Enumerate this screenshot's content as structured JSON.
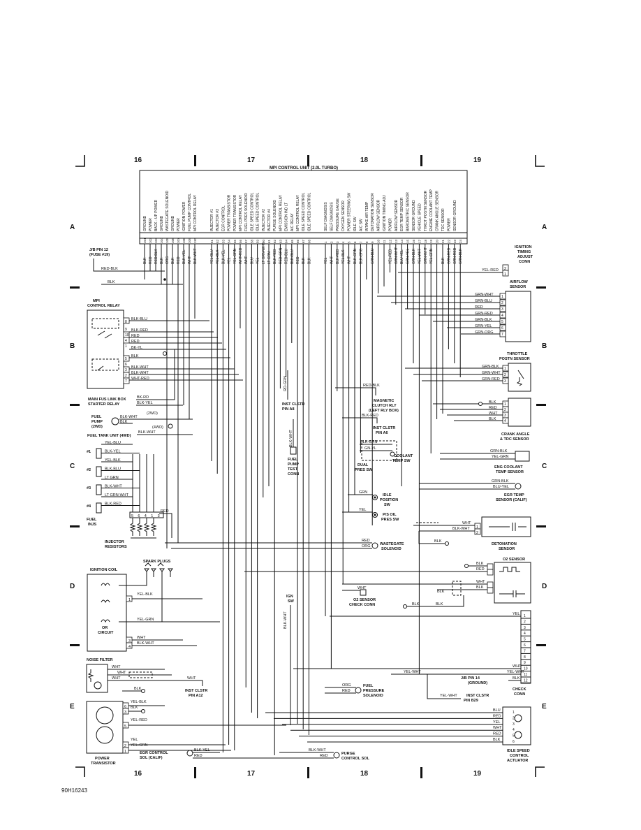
{
  "page": {
    "columns": [
      "16",
      "17",
      "18",
      "19"
    ],
    "rows": [
      "A",
      "B",
      "C",
      "D",
      "E"
    ],
    "figure_id": "90H16243"
  },
  "ecu": {
    "title": "MPI CONTROL UNIT (2.0L TURBO)",
    "left_bank": [
      {
        "pin": "101",
        "func": "GROUND",
        "wire": "BLK"
      },
      {
        "pin": "102",
        "func": "POWER",
        "wire": "RED"
      },
      {
        "pin": "103",
        "func": "BACK - UP POWER",
        "wire": "RED-BLK"
      },
      {
        "pin": "104",
        "func": "GROUND",
        "wire": "BLK"
      },
      {
        "pin": "105",
        "func": "WASTEGATE SOLENOID",
        "wire": "ORG"
      },
      {
        "pin": "106",
        "func": "GROUND",
        "wire": "BLK"
      },
      {
        "pin": "107",
        "func": "POWER",
        "wire": "RED"
      },
      {
        "pin": "108",
        "func": "IGNITION POWER",
        "wire": "BLK-YEL"
      },
      {
        "pin": "109",
        "func": "FUEL PUMP CONTROL",
        "wire": "WHT"
      },
      {
        "pin": "110",
        "func": "MPI CONTROL RELAY",
        "wire": "BLK-WHT"
      }
    ],
    "mid_bank": [
      {
        "pin": "51",
        "func": "INJECTOR #1",
        "wire": "YEL-BLU"
      },
      {
        "pin": "52",
        "func": "INJECTOR #3",
        "wire": "YEL-BLK"
      },
      {
        "pin": "53",
        "func": "EGR CONTROL",
        "wire": "BLK-YEL"
      },
      {
        "pin": "54",
        "func": "POWER TRANSISTOR",
        "wire": "YEL"
      },
      {
        "pin": "55",
        "func": "POWER TRANSISTOR",
        "wire": "YEL-GRN"
      },
      {
        "pin": "56",
        "func": "MPI CONTROL RELAY",
        "wire": "WHT-RED"
      },
      {
        "pin": "57",
        "func": "FUEL PRES SOLENOID",
        "wire": "WHT"
      },
      {
        "pin": "58",
        "func": "IDLE SPEED CONTROL",
        "wire": "BLU"
      },
      {
        "pin": "59",
        "func": "IDLE SPEED CONTROL",
        "wire": "YEL"
      },
      {
        "pin": "60",
        "func": "INJECTOR #2",
        "wire": "LT GRN-WHT"
      },
      {
        "pin": "61",
        "func": "INJECTOR #4",
        "wire": "LT GRN"
      },
      {
        "pin": "62",
        "func": "PURGE SOLENOID",
        "wire": "BLK-RED"
      },
      {
        "pin": "63",
        "func": "MPI CONTROL RELAY",
        "wire": "RED-GRN"
      },
      {
        "pin": "64",
        "func": "EMISSION IND LT",
        "wire": "RED-BLU"
      },
      {
        "pin": "65",
        "func": "A/C RELAY",
        "wire": "BLK-BLU"
      },
      {
        "pin": "66",
        "func": "MPI CONTROL RELAY",
        "wire": "RED"
      },
      {
        "pin": "67",
        "func": "IDLE SPEED CONTROL",
        "wire": "BLK"
      },
      {
        "pin": "68",
        "func": "IDLE SPEED CONTROL",
        "wire": "BLK"
      }
    ],
    "right_bank": [
      {
        "pin": "1",
        "func": "SELF DIAGNOSIS",
        "wire": "YEL"
      },
      {
        "pin": "2",
        "func": "SELF DIAGNOSIS",
        "wire": "WHT"
      },
      {
        "pin": "3",
        "func": "PRESSURE GAUGE",
        "wire": "BLK-RED"
      },
      {
        "pin": "4",
        "func": "OXYGEN SENSOR",
        "wire": "YEL-BLK"
      },
      {
        "pin": "5",
        "func": "POWER STEERING SW",
        "wire": "WHT"
      },
      {
        "pin": "6",
        "func": "IDLE SW",
        "wire": "BLK-GRN"
      },
      {
        "pin": "7",
        "func": "A/C SW",
        "wire": "BLK-ORG"
      },
      {
        "pin": "8",
        "func": "INTAKE AIR TEMP",
        "wire": ""
      },
      {
        "pin": "9",
        "func": "DETONATION SENSOR",
        "wire": "GRN-BLU"
      },
      {
        "pin": "10",
        "func": "AIRFLOW SENSOR",
        "wire": ""
      },
      {
        "pin": "11",
        "func": "IGNITION TIMING ADJ",
        "wire": ""
      },
      {
        "pin": "12",
        "func": "POWER",
        "wire": "YEL-RED"
      },
      {
        "pin": "13",
        "func": "AIRFLOW SENSOR",
        "wire": "GRN-WHT"
      },
      {
        "pin": "14",
        "func": "EGR TEMP SENSOR",
        "wire": "BLU-YEL"
      },
      {
        "pin": "15",
        "func": "BAROMETRIC SENSOR",
        "wire": "GRN-YEL"
      },
      {
        "pin": "16",
        "func": "SENSOR GROUND",
        "wire": "GRN-BLK"
      },
      {
        "pin": "17",
        "func": "VEHICLE SPEED",
        "wire": "YEL-WHT"
      },
      {
        "pin": "18",
        "func": "THROT POSTN SENSOR",
        "wire": "GRN-WHT"
      },
      {
        "pin": "19",
        "func": "ENGINE COOLANT TEMP",
        "wire": "YEL-GRN"
      },
      {
        "pin": "20",
        "func": "CRANK ANGLE SENSOR",
        "wire": ""
      },
      {
        "pin": "21",
        "func": "TDC SENSOR",
        "wire": "BLK"
      },
      {
        "pin": "22",
        "func": "POWER",
        "wire": "GRN-RED"
      },
      {
        "pin": "23",
        "func": "SENSOR GROUND",
        "wire": "GRN-RED"
      },
      {
        "pin": "24",
        "func": "",
        "wire": "GRN-BLK"
      }
    ]
  },
  "labels": {
    "jb_pin12": "J/B PIN 12",
    "fuse19": "(FUSE #19)",
    "red_blk": "RED-BLK",
    "blk": "BLK",
    "mpi_relay_1": "MPI",
    "mpi_relay_2": "CONTROL RELAY",
    "relay_wires": [
      "BLK-BLU",
      "BLK-RED",
      "RED",
      "RED",
      "BK-YL",
      "BLK",
      "BLK-WHT",
      "BLK-WHT",
      "WHT-RED"
    ],
    "relay_pins": [
      "8",
      "9",
      "10",
      "4",
      "1",
      "5",
      "6",
      "3",
      "2",
      "7"
    ],
    "main_fus_link": "MAIN FUS LINK BOX",
    "starter_relay": "STARTER RELAY",
    "bk_rd": "BK-RD",
    "blk_yel": "BLK-YEL",
    "fuel_pump_1": "FUEL",
    "fuel_pump_2": "PUMP",
    "fuel_pump_3": "(2WD)",
    "fp_2wd": "(2WD)",
    "fp_4wd": "(4WD)",
    "blk_wht": "BLK-WHT",
    "fuel_tank_unit": "FUEL TANK UNIT (4WD)",
    "inj_wires": [
      "YEL-BLU",
      "BLK-YEL",
      "YEL-BLK",
      "BLK-BLU",
      "LT GRN",
      "BLK-WHT",
      "LT GRN-WHT",
      "BLK-RED"
    ],
    "inj_nums": [
      "#1",
      "#2",
      "#3",
      "#4"
    ],
    "fuel_inj_1": "FUEL",
    "fuel_inj_2": "INJS",
    "red": "RED",
    "resistor_pins": [
      "5",
      "6",
      "4",
      "1",
      "3"
    ],
    "injector_resistors_1": "INJECTOR",
    "injector_resistors_2": "RESISTORS",
    "spark_plugs": "SPARK PLUGS",
    "ignition_coil": "IGNITION COIL",
    "yel_blk": "YEL-BLK",
    "yel_grn": "YEL-GRN",
    "or_circuit_1": "OR",
    "or_circuit_2": "CIRCUIT",
    "wht": "WHT",
    "noise_filter": "NOISE FILTER",
    "inst_clstr_a12_1": "INST CLSTR",
    "inst_clstr_a12_2": "PIN A12",
    "yel_red": "YEL-RED",
    "yel": "YEL",
    "power_transistor_1": "POWER",
    "power_transistor_2": "TRANSISTOR",
    "egr_control_1": "EGR CONTROL",
    "egr_control_2": "SOL (CALIF)",
    "rd_grn": "RD-GRN",
    "inst_clstr_a8_1": "INST CLSTR",
    "inst_clstr_a8_2": "PIN A8",
    "fuel_pump_test_1": "FUEL",
    "fuel_pump_test_2": "PUMP",
    "fuel_pump_test_3": "TEST",
    "fuel_pump_test_4": "CONN",
    "ign_sw_1": "IGN",
    "ign_sw_2": "SW",
    "red_blk2": "RED-BLK",
    "mag_clutch_1": "MAGNETIC",
    "mag_clutch_2": "CLUTCH RLY",
    "mag_clutch_3": "(LEFT RLY BOX)",
    "blk_red": "BLK-RED",
    "inst_a6_1": "INST CLSTR",
    "inst_a6_2": "PIN A6",
    "blk_grn": "BLK-GRN",
    "gn_yl": "GN-YL",
    "coolant_temp_sw_1": "COOLANT",
    "coolant_temp_sw_2": "TEMP SW",
    "dual_pres_1": "DUAL",
    "dual_pres_2": "PRES SW",
    "grn": "GRN",
    "idle_pos_1": "IDLE",
    "idle_pos_2": "POSITION",
    "idle_pos_3": "SW",
    "ps_oil_1": "P/S OIL",
    "ps_oil_2": "PRES SW",
    "org": "ORG",
    "wastegate_1": "WASTEGATE",
    "wastegate_2": "SOLENOID",
    "o2_check_1": "O2 SENSOR",
    "o2_check_2": "CHECK CONN",
    "fuel_pres_sol_1": "FUEL",
    "fuel_pres_sol_2": "PRESSURE",
    "fuel_pres_sol_3": "SOLENOID",
    "purge_1": "PURGE",
    "purge_2": "CONTROL SOL",
    "ign_timing_1": "IGNITION",
    "ign_timing_2": "TIMING",
    "ign_timing_3": "ADJUST",
    "ign_timing_4": "CONN",
    "airflow_1": "AIRFLOW",
    "airflow_2": "SENSOR",
    "airflow_wires": [
      "GRN-WHT",
      "GRN-BLU",
      "RED",
      "GRN-RED",
      "GRN-BLK",
      "GRN-YEL",
      "GRN-ORG"
    ],
    "throttle_1": "THROTTLE",
    "throttle_2": "POSTN SENSOR",
    "throttle_wires": [
      "GRN-BLK",
      "GRN-WHT",
      "GRN-RED"
    ],
    "crank_wires": [
      "BLK",
      "RED",
      "WHT",
      "BLK"
    ],
    "crank_1": "CRANK ANGLE",
    "crank_2": "& TDC SENSOR",
    "grn_blk": "GRN-BLK",
    "eng_cool_1": "ENG COOLANT",
    "eng_cool_2": "TEMP SENSOR",
    "blu_yel": "BLU-YEL",
    "egr_temp_1": "EGR TEMP",
    "egr_temp_2": "SENSOR (CALIF)",
    "blk_wht2": "BLK-WHT",
    "detonation_1": "DETONATION",
    "detonation_2": "SENSOR",
    "o2_sensor": "O2 SENSOR",
    "jb14_1": "J/B PIN 14",
    "jb14_2": "(GROUND)",
    "yel_wht": "YEL-WHT",
    "inst_b29_1": "INST CLSTR",
    "inst_b29_2": "PIN B29",
    "check_conn_1": "CHECK",
    "check_conn_2": "CONN",
    "isc_wires": [
      "BLU",
      "RED",
      "YEL",
      "WHT",
      "RED",
      "BLK"
    ],
    "isc_1": "IDLE SPEED",
    "isc_2": "CONTROL",
    "isc_3": "ACTUATOR"
  }
}
